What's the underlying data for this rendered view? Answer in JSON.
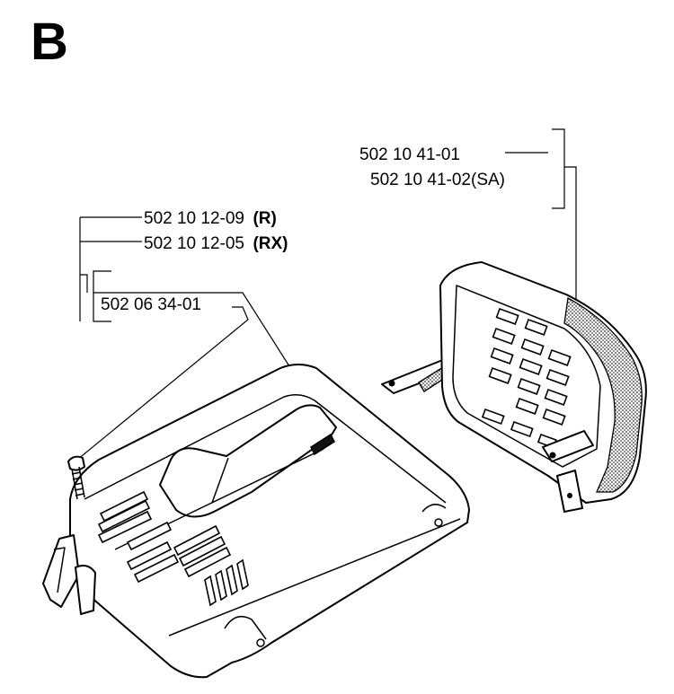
{
  "section": {
    "letter": "B"
  },
  "parts": {
    "filter_cover_a": {
      "number": "502 10 41-01",
      "suffix": ""
    },
    "filter_cover_b": {
      "number": "502 10 41-02(SA)",
      "suffix": ""
    },
    "cylinder_cover_r": {
      "number": "502 10 12-09",
      "suffix": "(R)"
    },
    "cylinder_cover_rx": {
      "number": "502 10 12-05",
      "suffix": "(RX)"
    },
    "screw": {
      "number": "502 06 34-01",
      "suffix": ""
    }
  },
  "colors": {
    "ink": "#000000",
    "paper": "#ffffff",
    "shade": "#9a9a9a"
  },
  "icons": {
    "part_a": "cylinder-cover-drawing",
    "part_b": "air-filter-cover-drawing",
    "part_c": "screw-drawing"
  }
}
